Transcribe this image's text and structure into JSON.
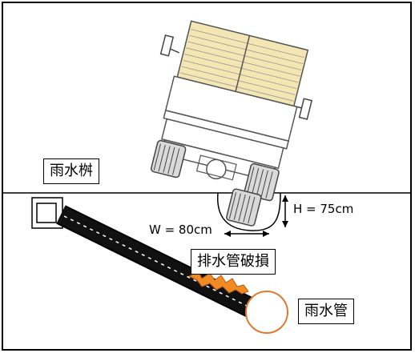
{
  "labels": {
    "catch_basin": "雨水桝",
    "drain_damage": "排水管破損",
    "rain_pipe": "雨水管"
  },
  "dimensions": {
    "width": "W = 80cm",
    "height": "H = 75cm"
  },
  "colors": {
    "truck_cargo": "#f3e6b3",
    "pipe": "#111111",
    "break": "#f08a24",
    "manhole_stroke": "#e07a2e"
  }
}
